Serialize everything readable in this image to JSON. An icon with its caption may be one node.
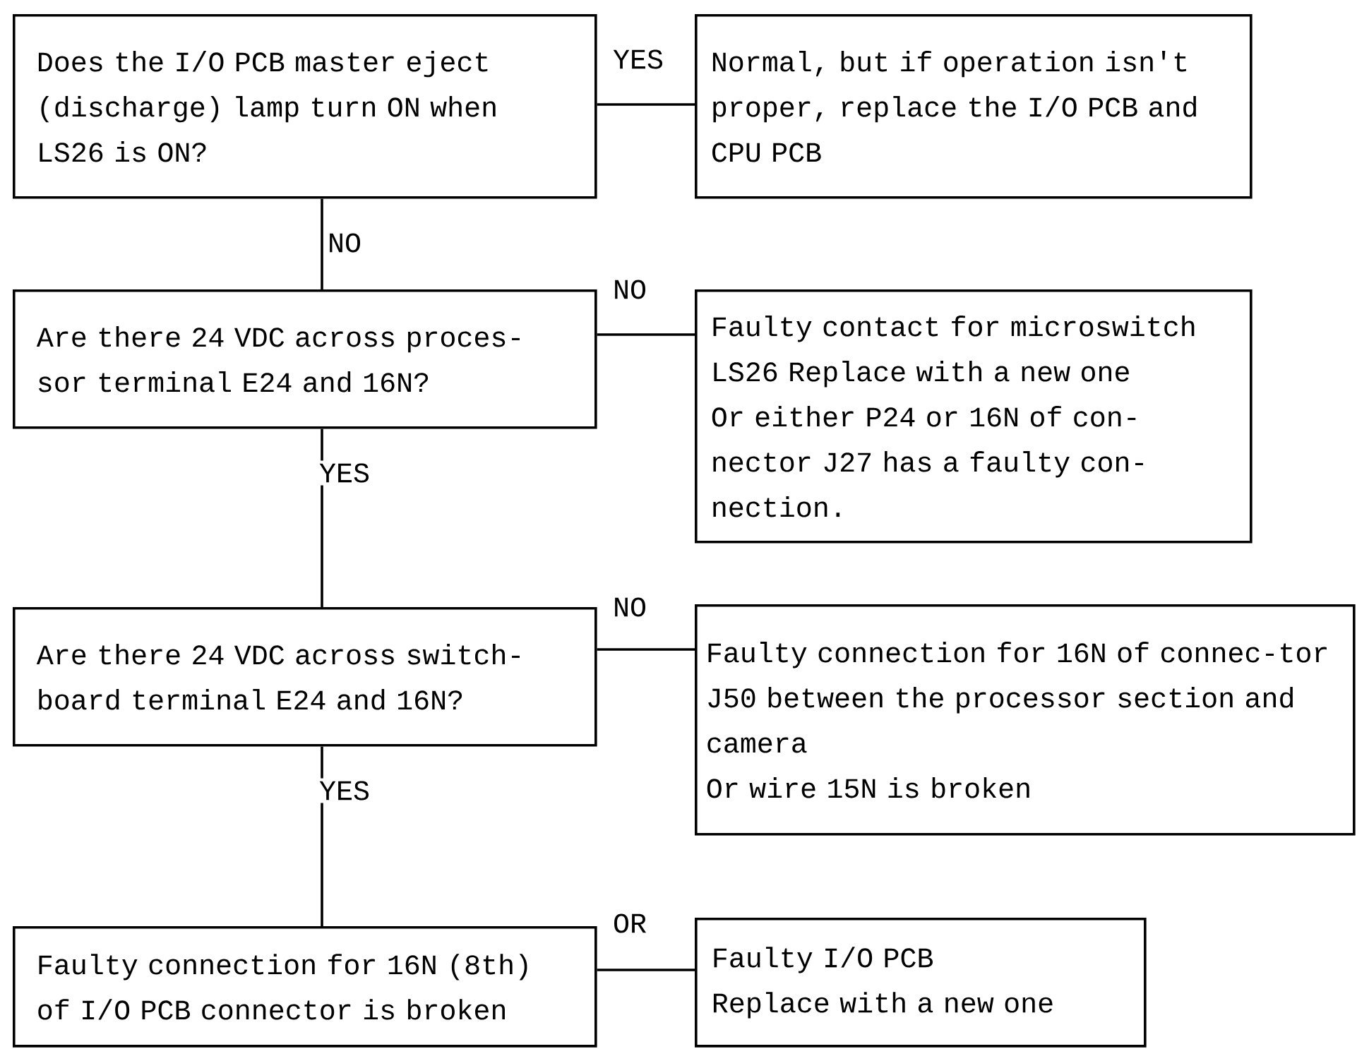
{
  "diagram": {
    "nodes": [
      {
        "text": [
          "Does the I/O PCB master eject (discharge) lamp turn ON when LS26 is ON?"
        ]
      },
      {
        "text": [
          "Normal, but if operation isn't proper, replace the I/O PCB and CPU PCB"
        ]
      },
      {
        "text": [
          "Are there 24 VDC across proces-sor terminal E24 and 16N?"
        ]
      },
      {
        "text": [
          "Faulty contact for microswitch LS26 Replace with a new one",
          "Or either P24 or 16N of con-nector J27 has a faulty con-nection."
        ]
      },
      {
        "text": [
          "Are there 24 VDC across switch-board terminal E24 and 16N?"
        ]
      },
      {
        "text": [
          "Faulty connection for 16N of connec-tor J50 between the processor section and camera",
          "Or wire 15N is broken"
        ]
      },
      {
        "text": [
          "Faulty connection for 16N (8th) of I/O PCB connector is broken"
        ]
      },
      {
        "text": [
          "Faulty I/O PCB",
          "Replace with a new one"
        ]
      }
    ],
    "edges": [
      {
        "from": 0,
        "to": 1,
        "arrow": "none",
        "label": "YES"
      },
      {
        "from": 0,
        "to": 2,
        "arrow": "none",
        "label": "NO"
      },
      {
        "from": 2,
        "to": 3,
        "arrow": "none",
        "label": "NO"
      },
      {
        "from": 2,
        "to": 4,
        "arrow": "none",
        "label": "YES"
      },
      {
        "from": 4,
        "to": 5,
        "arrow": "none",
        "label": "NO"
      },
      {
        "from": 4,
        "to": 6,
        "arrow": "none",
        "label": "YES"
      },
      {
        "from": 6,
        "to": 7,
        "arrow": "none",
        "label": "OR"
      }
    ]
  }
}
